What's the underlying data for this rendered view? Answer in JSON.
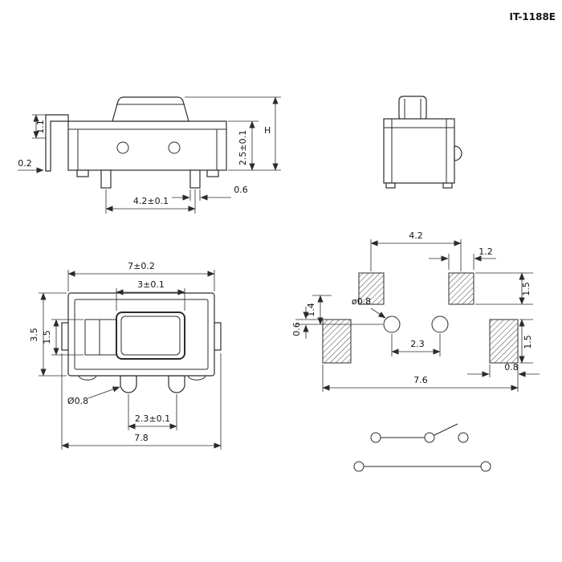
{
  "title": "IT-1188E",
  "colors": {
    "title": "#0008c8",
    "line": "#2b2b2b"
  },
  "front_view": {
    "dim_bracket_height": "1.1",
    "dim_bracket_thickness": "0.2",
    "dim_body_height": "2.5±0.1",
    "dim_total_height": "H",
    "dim_terminal_pitch": "4.2±0.1",
    "dim_terminal_width": "0.6"
  },
  "top_view": {
    "dim_body_width": "7±0.2",
    "dim_actuator_width": "3±0.1",
    "dim_body_depth": "3.5",
    "dim_slot_depth": "1.5",
    "dim_leg_diameter": "Ø0.8",
    "dim_leg_pitch": "2.3±0.1",
    "dim_overall_width": "7.8"
  },
  "land_pattern": {
    "dim_pad_pitch": "4.2",
    "dim_pad_width_top": "1.2",
    "dim_pad_height_top": "1.5",
    "dim_hole_diameter": "ø0.8",
    "dim_offset_vertical": "1.4",
    "dim_offset_centerline": "0.6",
    "dim_hole_pitch": "2.3",
    "dim_pad_height_side": "1.5",
    "dim_pad_width_side": "0.8",
    "dim_overall_span": "7.6"
  }
}
